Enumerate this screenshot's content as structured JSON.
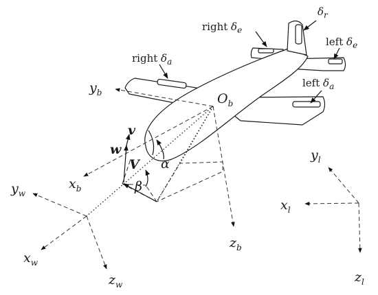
{
  "body_frame": {
    "origin": "O",
    "origin_sub": "b",
    "x": "x",
    "x_sub": "b",
    "y": "y",
    "y_sub": "b",
    "z": "z",
    "z_sub": "b"
  },
  "wind_frame": {
    "x": "x",
    "x_sub": "w",
    "y": "y",
    "y_sub": "w",
    "z": "z",
    "z_sub": "w"
  },
  "local_frame": {
    "x": "x",
    "x_sub": "l",
    "y": "y",
    "y_sub": "l",
    "z": "z",
    "z_sub": "l"
  },
  "vectors": {
    "v": "v",
    "w": "w",
    "V": "V"
  },
  "angles": {
    "alpha": "α",
    "beta": "β"
  },
  "surfaces": {
    "right_elevator_word": "right",
    "left_elevator_word": "left",
    "elevator_symbol": "δ",
    "elevator_sub": "e",
    "right_aileron_word": "right",
    "left_aileron_word": "left",
    "aileron_symbol": "δ",
    "aileron_sub": "a",
    "rudder_symbol": "δ",
    "rudder_sub": "r"
  }
}
